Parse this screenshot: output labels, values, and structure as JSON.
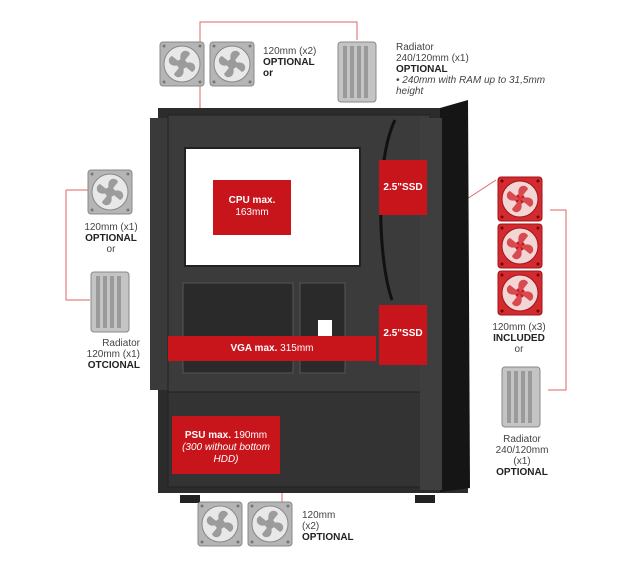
{
  "colors": {
    "accent_red": "#c8151c",
    "case_dark": "#2c2c2c",
    "panel": "#3b3b3b",
    "fan_grey": "#a6a6a6",
    "fan_red": "#cf2127"
  },
  "top_fans": {
    "size": "120mm (x2)",
    "status": "OPTIONAL",
    "connector": "or"
  },
  "top_radiator": {
    "title": "Radiator",
    "size": "240/120mm (x1)",
    "status": "OPTIONAL",
    "note": "• 240mm with RAM up to 31,5mm height"
  },
  "rear_fan": {
    "size": "120mm (x1)",
    "status": "OPTIONAL",
    "connector": "or"
  },
  "rear_radiator": {
    "title": "Radiator",
    "size": "120mm (x1)",
    "status": "OTCIONAL"
  },
  "front_fans": {
    "size": "120mm (x3)",
    "status": "INCLUDED",
    "connector": "or"
  },
  "front_radiator": {
    "title": "Radiator",
    "size": "240/120mm",
    "count": "(x1)",
    "status": "OPTIONAL"
  },
  "bottom_fans": {
    "size": "120mm",
    "count": "(x2)",
    "status": "OPTIONAL"
  },
  "cpu": {
    "label": "CPU max.",
    "value": "163mm"
  },
  "ssd_top": {
    "label": "2.5\"SSD"
  },
  "ssd_bottom": {
    "label": "2.5\"SSD"
  },
  "vga": {
    "label": "VGA max.",
    "value": "315mm"
  },
  "psu": {
    "label": "PSU max.",
    "value": "190mm",
    "note": "(300 without bottom HDD)"
  }
}
